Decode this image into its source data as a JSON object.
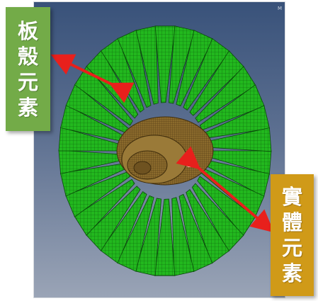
{
  "viewer": {
    "corner_tag": "M",
    "background_top": "#39527a",
    "background_bottom": "#9aa4b6"
  },
  "model": {
    "blade_color": "#22b81e",
    "hub_color": "#8a6a2c"
  },
  "labels": {
    "shell": {
      "chars": [
        "板",
        "殼",
        "元",
        "素"
      ],
      "color": "#73ab48"
    },
    "solid": {
      "chars": [
        "實",
        "體",
        "元",
        "素"
      ],
      "color": "#d09a18"
    }
  },
  "arrows": {
    "color": "#e8201c"
  }
}
